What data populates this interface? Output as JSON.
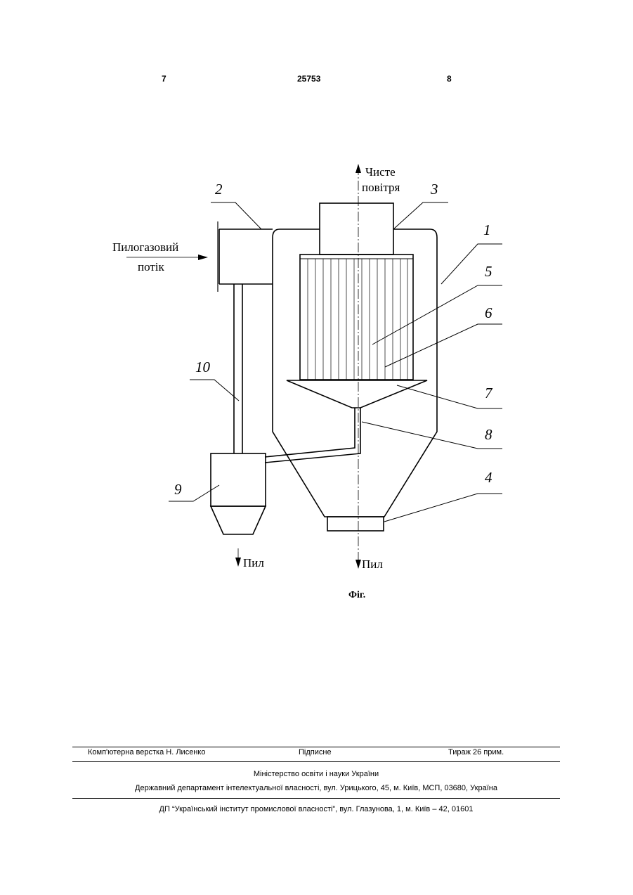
{
  "header": {
    "page_left": "7",
    "patent_number": "25753",
    "page_right": "8"
  },
  "figure": {
    "labels": {
      "clean_air_1": "Чисте",
      "clean_air_2": "повітря",
      "dust_gas_1": "Пилогазовий",
      "dust_gas_2": "потік",
      "dust_left": "Пил",
      "dust_right": "Пил"
    },
    "numbers": [
      "1",
      "2",
      "3",
      "4",
      "5",
      "6",
      "7",
      "8",
      "9",
      "10"
    ],
    "caption": "Фіг."
  },
  "footer": {
    "layout": "Комп'ютерна верстка Н. Лисенко",
    "signed": "Підписне",
    "circulation": "Тираж 26 прим.",
    "ministry": "Міністерство освіти і науки України",
    "department": "Державний департамент інтелектуальної власності, вул. Урицького, 45, м. Київ, МСП, 03680, Україна",
    "institute": "ДП “Український інститут промислової власності”, вул. Глазунова, 1, м. Київ – 42, 01601"
  }
}
